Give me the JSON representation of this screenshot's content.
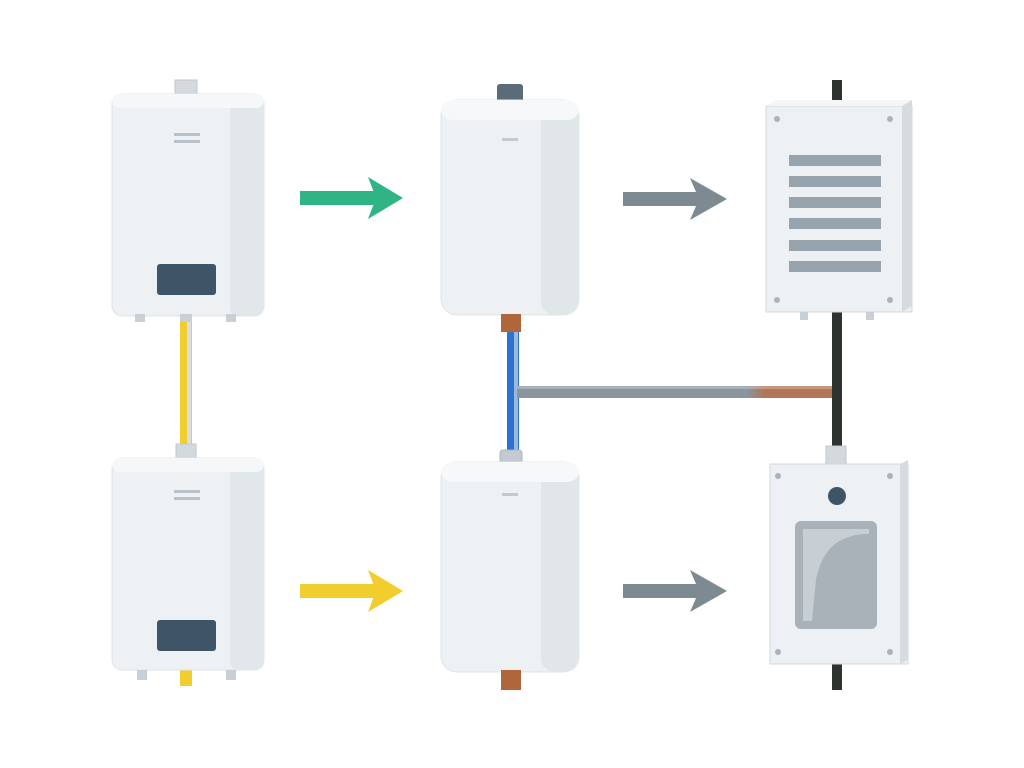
{
  "colors": {
    "background": "#ffffff",
    "unit_body": "#eef1f3",
    "unit_shade": "#d9dee2",
    "unit_edge": "#c9d0d5",
    "display_panel": "#3d5566",
    "grille": "#97a4ae",
    "connector_gray": "#b8c0c6",
    "cap_dark": "#5a6c78",
    "copper": "#b0653a",
    "pipe_yellow": "#f2cd2e",
    "pipe_blue": "#2a73d2",
    "pipe_gray": "#8a969e",
    "pipe_copper": "#b07656",
    "cable_dark": "#2f332f",
    "arrow_green": "#2fb585",
    "arrow_yellow": "#f2cd2e",
    "arrow_gray": "#7e8a92",
    "window_fill": "#a9b2b9",
    "window_shade": "#c8cfd4",
    "knob": "#3d5566"
  },
  "components": [
    {
      "id": "wall-boiler-top",
      "kind": "wall-mounted boiler",
      "icon": "boiler-icon"
    },
    {
      "id": "storage-tank-top",
      "kind": "cylinder tank",
      "icon": "tank-icon"
    },
    {
      "id": "vented-panel-top",
      "kind": "vented control box",
      "icon": "vent-panel-icon"
    },
    {
      "id": "wall-boiler-bottom",
      "kind": "wall-mounted boiler",
      "icon": "boiler-icon"
    },
    {
      "id": "storage-tank-bottom",
      "kind": "cylinder tank",
      "icon": "tank-icon"
    },
    {
      "id": "window-panel-bottom",
      "kind": "control box with viewing window",
      "icon": "window-panel-icon"
    }
  ],
  "flows": [
    {
      "from": "wall-boiler-top",
      "to": "storage-tank-top",
      "kind": "arrow",
      "color": "green"
    },
    {
      "from": "storage-tank-top",
      "to": "vented-panel-top",
      "kind": "arrow",
      "color": "gray"
    },
    {
      "from": "wall-boiler-bottom",
      "to": "storage-tank-bottom",
      "kind": "arrow",
      "color": "yellow"
    },
    {
      "from": "storage-tank-bottom",
      "to": "window-panel-bottom",
      "kind": "arrow",
      "color": "gray"
    },
    {
      "from": "wall-boiler-top",
      "to": "wall-boiler-bottom",
      "kind": "pipe",
      "color": "yellow"
    },
    {
      "from": "storage-tank-top",
      "to": "storage-tank-bottom",
      "kind": "pipe",
      "color": "blue"
    },
    {
      "from": "storage-tank-top",
      "to": "vented-panel-top",
      "kind": "pipe",
      "color": "gray-to-copper"
    },
    {
      "from": "vented-panel-top",
      "to": "window-panel-bottom",
      "kind": "cable",
      "color": "dark"
    }
  ]
}
